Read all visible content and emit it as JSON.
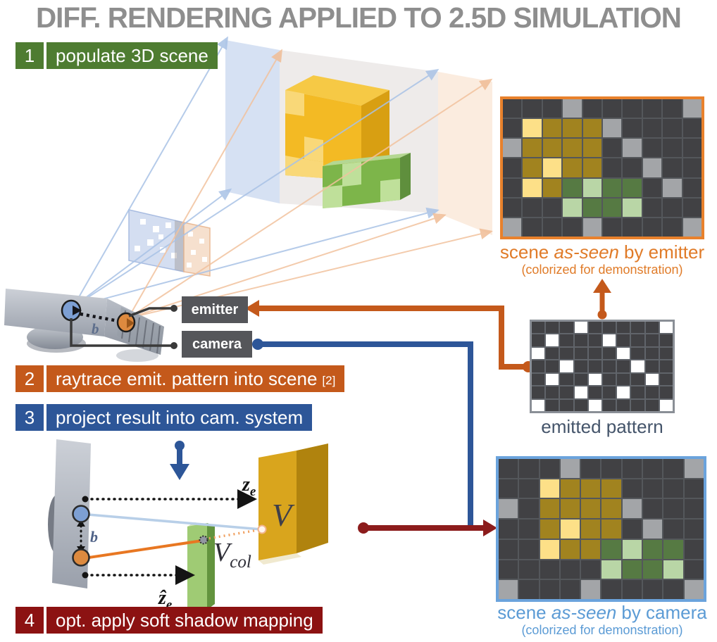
{
  "title": "DIFF. RENDERING APPLIED TO 2.5D SIMULATION",
  "steps": [
    {
      "num": "1",
      "label": "populate 3D scene",
      "color": "#4e7c31"
    },
    {
      "num": "2",
      "label": "raytrace emit. pattern into scene",
      "ref": "[2]",
      "color": "#c4591b"
    },
    {
      "num": "3",
      "label": "project result into cam. system",
      "color": "#2d5698"
    },
    {
      "num": "4",
      "label": "opt. apply soft shadow mapping",
      "color": "#8c1212"
    }
  ],
  "sensor": {
    "emitter_label": "emitter",
    "camera_label": "camera",
    "baseline_label": "b"
  },
  "emitter_view": {
    "caption_pre": "scene",
    "caption_italic": "as-seen",
    "caption_post": "by emitter",
    "subcaption": "(colorized for demonstration)",
    "grid": [
      "dddgdddddg",
      "dYyyygdddd",
      "gyyyydgddd",
      "dyYyyddgdd",
      "dYynNnndgd",
      "dddNnnNddd",
      "gdddgddddg"
    ]
  },
  "pattern": {
    "caption": "emitted pattern",
    "grid": [
      "dddwdddddw",
      "dwdddwdddd",
      "wdddddwddd",
      "ddwddddwdd",
      "dwddwdddwd",
      "dddwddwddd",
      "wdddwddddw"
    ]
  },
  "camera_view": {
    "caption_pre": "scene",
    "caption_italic": "as-seen",
    "caption_post": "by camera",
    "subcaption": "(colorized for demonstration)",
    "grid": [
      "dddgdddddg",
      "ddYyyydddd",
      "gdyyyygddd",
      "ddyYyydgdd",
      "ddYyynNnnd",
      "dddddNnnNd",
      "gdddgddddg"
    ]
  },
  "geometry": {
    "b_label": "b",
    "ze_main": "z",
    "ze_sub": "e",
    "ze_hat_main": "ẑ",
    "ze_hat_sub": "e",
    "v_label": "V",
    "v_col_main": "V",
    "v_col_sub": "col"
  },
  "colors": {
    "title": "#8e8e8e",
    "step_green": "#4e7c31",
    "step_orange": "#c4591b",
    "step_blue": "#2d5698",
    "step_darkred": "#8c1212",
    "emitter_accent": "#e07b28",
    "camera_accent": "#5b9bd5",
    "pattern_text": "#44546a",
    "arrow_orange": "#c4591b",
    "arrow_blue": "#2d5698",
    "arrow_darkred": "#8c1c1c",
    "label_box": "#55565a",
    "emitter_border": "#e8812c",
    "camera_border": "#6ba3dc",
    "pattern_border": "#8a8f96",
    "grid_line": "#54575b",
    "pattern_line": "#60646a",
    "cells": {
      "d": "#414144",
      "g": "#a3a5a8",
      "w": "#ffffff",
      "y": "#a1831f",
      "Y": "#fde088",
      "n": "#567a43",
      "N": "#b9d6a6"
    }
  }
}
